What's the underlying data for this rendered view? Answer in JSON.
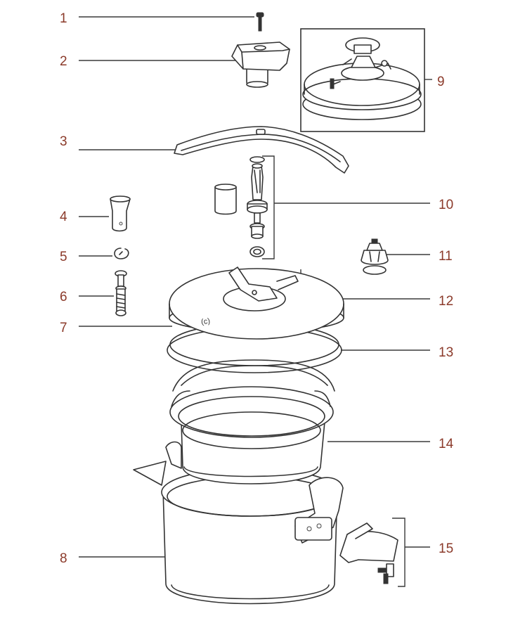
{
  "diagram": {
    "callouts": [
      "1",
      "2",
      "3",
      "4",
      "5",
      "6",
      "7",
      "8",
      "9",
      "10",
      "11",
      "12",
      "13",
      "14",
      "15"
    ],
    "lid_marking": "(c)",
    "colors": {
      "callout_text": "#8b3a2a",
      "line": "#333333",
      "background": "#ffffff"
    }
  }
}
